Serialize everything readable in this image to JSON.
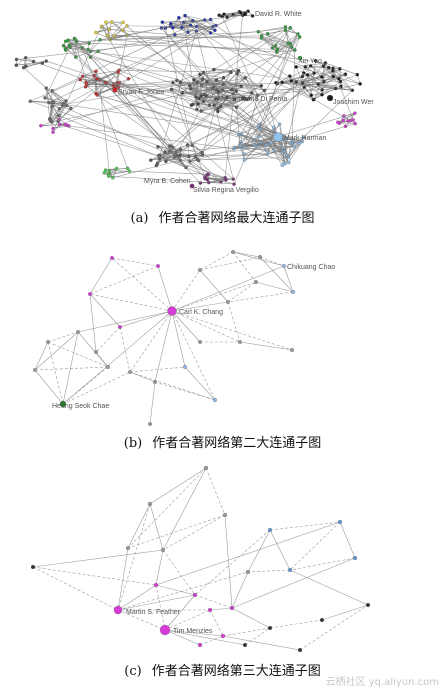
{
  "panel_a": {
    "caption_label": "(a)",
    "caption_text": "作者合著网络最大连通子图",
    "node_labels": {
      "david_white": "David R. White",
      "xin_yao": "Xin Yao",
      "bryan_jones": "Bryan F. Jones",
      "massimiliano": "Massimiliano Di Penta",
      "joachim": "Joachim Wer",
      "mark_harman": "Mark Harman",
      "myra_cohen": "Myra B. Cohen",
      "silvia": "Silvia Regina Vergilio"
    },
    "colors": {
      "green": "#2e9e3a",
      "yellow": "#e3d23a",
      "blue": "#1f2fb0",
      "red": "#c8282a",
      "black": "#1a1a1a",
      "magenta": "#d63bd6",
      "light_blue": "#8fc3ee",
      "lime": "#4fcf4f"
    }
  },
  "panel_b": {
    "caption_label": "(b)",
    "caption_text": "作者合著网络第二大连通子图",
    "node_labels": {
      "chikuang": "Chikuang Chao",
      "carl_chang": "Carl K. Chang",
      "heung": "Heung Seok Chae"
    }
  },
  "panel_c": {
    "caption_label": "(c)",
    "caption_text": "作者合著网络第三大连通子图",
    "node_labels": {
      "martin": "Martin S. Feather",
      "tim": "Tim Menzies"
    }
  },
  "watermark": "云栖社区 yq.aliyun.com"
}
